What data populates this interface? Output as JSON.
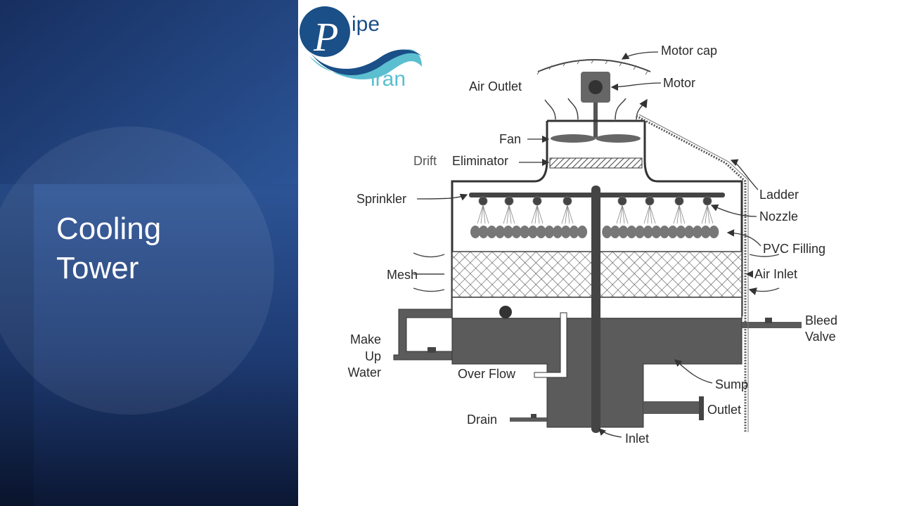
{
  "slide": {
    "title_line1": "Cooling",
    "title_line2": "Tower"
  },
  "logo": {
    "letter": "P",
    "word1": "ipe",
    "word2": "iran",
    "colors": {
      "dark": "#1a4f87",
      "light": "#5bbfd0"
    }
  },
  "labels": {
    "motor_cap": "Motor cap",
    "motor": "Motor",
    "air_outlet": "Air Outlet",
    "fan": "Fan",
    "drift": "Drift",
    "eliminator": "Eliminator",
    "ladder": "Ladder",
    "sprinkler": "Sprinkler",
    "nozzle": "Nozzle",
    "pvc_filling": "PVC Filling",
    "mesh": "Mesh",
    "air_inlet": "Air Inlet",
    "bleed": "Bleed",
    "valve": "Valve",
    "make": "Make",
    "up": "Up",
    "water": "Water",
    "over_flow": "Over Flow",
    "sump": "Sump",
    "outlet": "Outlet",
    "drain": "Drain",
    "inlet": "Inlet"
  }
}
